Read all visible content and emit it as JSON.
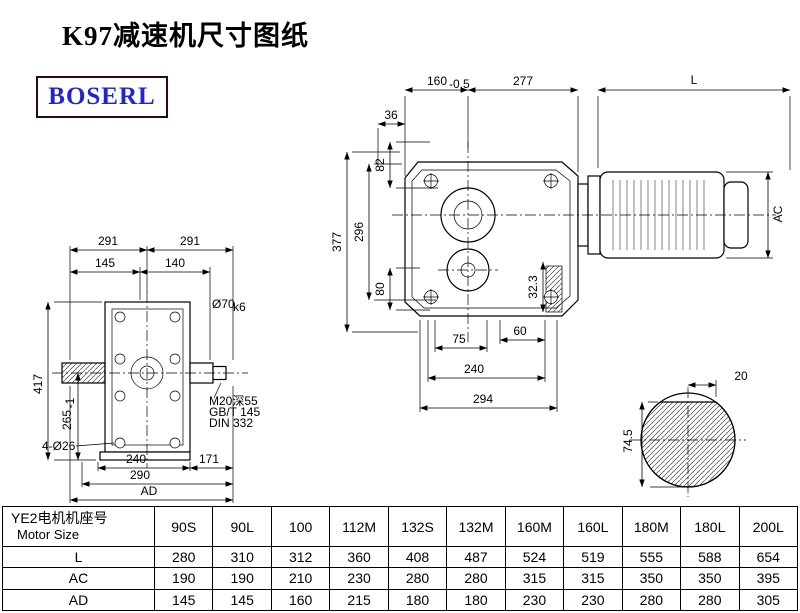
{
  "page": {
    "title": "K97减速机尺寸图纸",
    "logo": "BOSERL"
  },
  "main_view": {
    "d160": "160",
    "d160_tol": "-0.5",
    "d277": "277",
    "dL": "L",
    "d36": "36",
    "d82": "82",
    "d377": "377",
    "d296": "296",
    "d80": "80",
    "d32": "32.3",
    "d75": "75",
    "d60": "60",
    "d240": "240",
    "d294": "294",
    "dAC": "AC"
  },
  "left_view": {
    "d291a": "291",
    "d291b": "291",
    "d145": "145",
    "d140": "140",
    "shaft_dia": "Ø70",
    "shaft_tol": "k6",
    "d417": "417",
    "d265": "265",
    "d265_tol": "-1",
    "thread_note1": "M20深55",
    "thread_note2": "GB/T 145",
    "thread_note3": "DIN 332",
    "holes_note": "4-Ø26",
    "d240": "240",
    "d171": "171",
    "d290": "290",
    "dAD": "AD"
  },
  "section_view": {
    "d20": "20",
    "d745": "74.5"
  },
  "table": {
    "motor_size_cn": "YE2电机机座号",
    "motor_size_en": "Motor Size",
    "columns": [
      "90S",
      "90L",
      "100",
      "112M",
      "132S",
      "132M",
      "160M",
      "160L",
      "180M",
      "180L",
      "200L"
    ],
    "rows": [
      {
        "label": "L",
        "values": [
          "280",
          "310",
          "312",
          "360",
          "408",
          "487",
          "524",
          "519",
          "555",
          "588",
          "654"
        ]
      },
      {
        "label": "AC",
        "values": [
          "190",
          "190",
          "210",
          "230",
          "280",
          "280",
          "315",
          "315",
          "350",
          "350",
          "395"
        ]
      },
      {
        "label": "AD",
        "values": [
          "145",
          "145",
          "160",
          "215",
          "180",
          "180",
          "230",
          "230",
          "280",
          "280",
          "305"
        ]
      }
    ]
  }
}
